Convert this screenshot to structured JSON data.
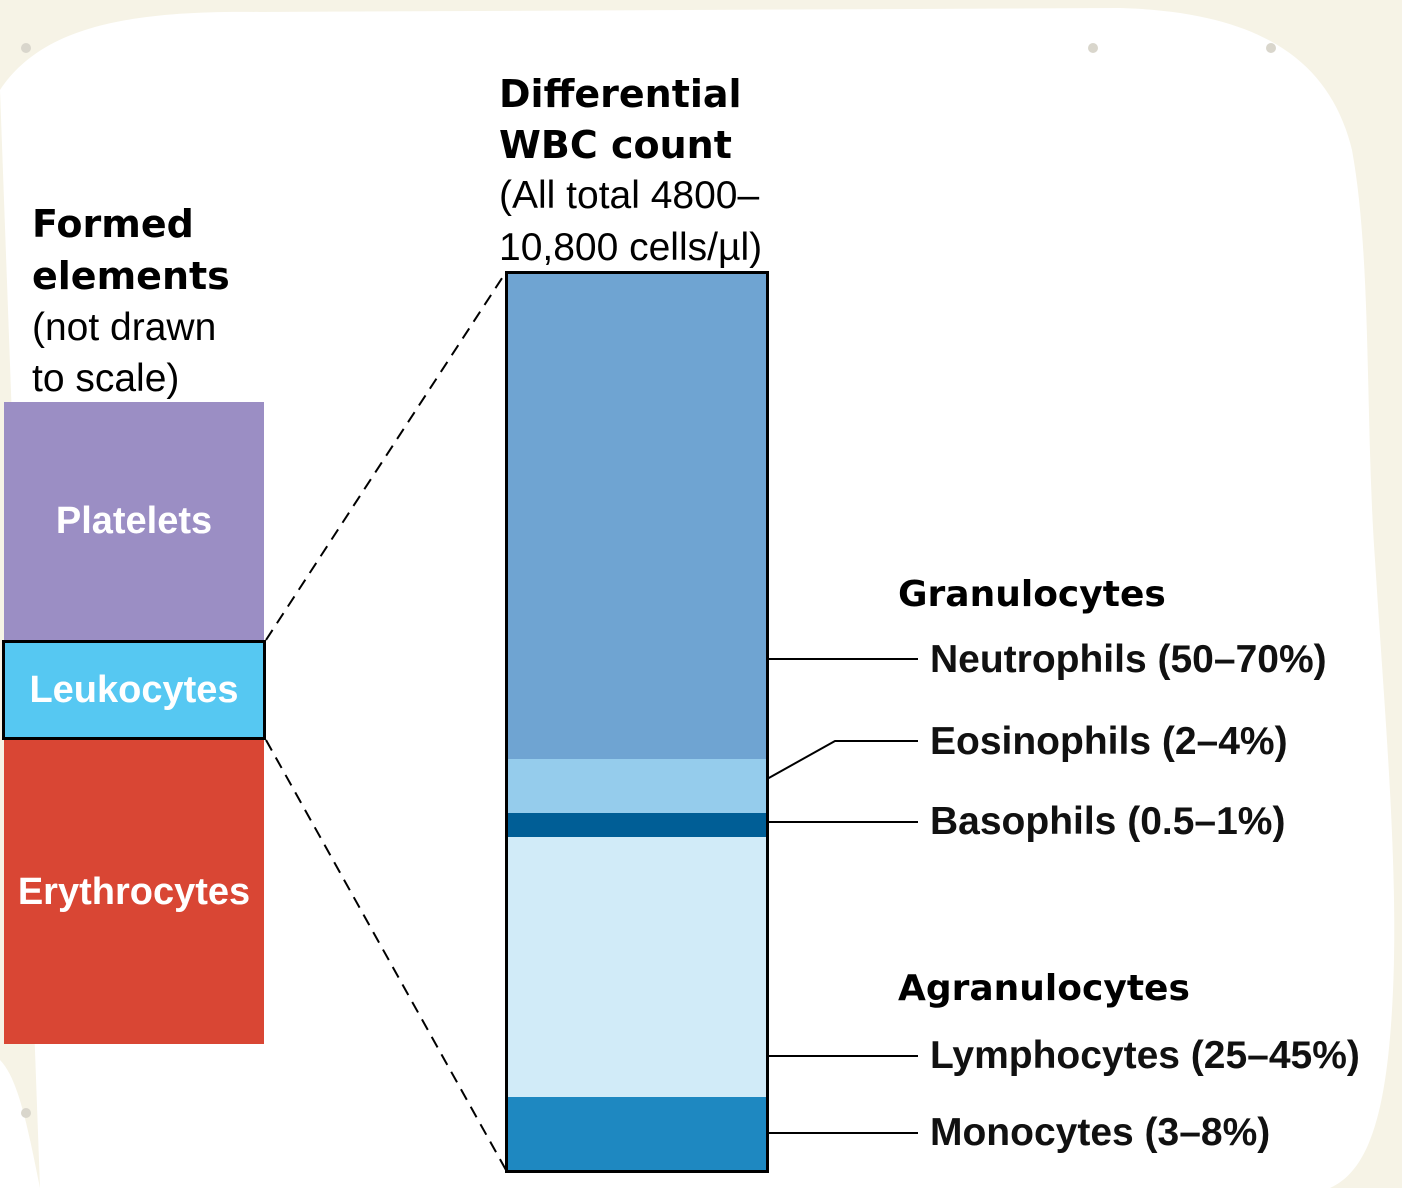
{
  "formed_elements": {
    "title_line1": "Formed",
    "title_line2": "elements",
    "subtitle_line1": "(not drawn",
    "subtitle_line2": "to scale)",
    "blocks": [
      {
        "name": "platelets",
        "label": "Platelets",
        "color": "#9b8ec4"
      },
      {
        "name": "leukocytes",
        "label": "Leukocytes",
        "color": "#56c8f2"
      },
      {
        "name": "erythrocytes",
        "label": "Erythrocytes",
        "color": "#d94634"
      }
    ]
  },
  "differential": {
    "title_line1": "Differential",
    "title_line2": "WBC count",
    "subtitle_line1": "(All total 4800–",
    "subtitle_line2": "10,800 cells/µl)"
  },
  "groups": {
    "granulocytes": "Granulocytes",
    "agranulocytes": "Agranulocytes"
  },
  "cell_types": [
    {
      "name": "neutrophils",
      "label": "Neutrophils (50–70%)",
      "color": "#6fa4d2"
    },
    {
      "name": "eosinophils",
      "label": "Eosinophils (2–4%)",
      "color": "#95ccec"
    },
    {
      "name": "basophils",
      "label": "Basophils (0.5–1%)",
      "color": "#005e96"
    },
    {
      "name": "lymphocytes",
      "label": "Lymphocytes (25–45%)",
      "color": "#d1ebf8"
    },
    {
      "name": "monocytes",
      "label": "Monocytes (3–8%)",
      "color": "#1e88c1"
    }
  ]
}
